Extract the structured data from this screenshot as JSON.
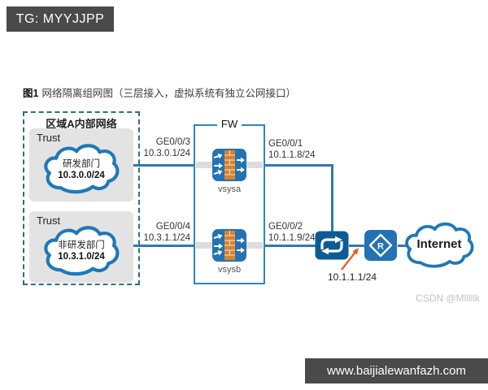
{
  "overlays": {
    "top_banner": "TG: MYYJJPP",
    "bottom_banner": "www.baijialewanfazh.com",
    "watermark": "CSDN @Mlllllk"
  },
  "figure": {
    "label": "图1",
    "caption": "网络隔离组网图（三层接入，虚拟系统有独立公网接口）"
  },
  "zone": {
    "label": "区域A内部网络",
    "subnets": [
      {
        "trust": "Trust",
        "name": "研发部门",
        "cidr": "10.3.0.0/24"
      },
      {
        "trust": "Trust",
        "name": "非研发部门",
        "cidr": "10.3.1.0/24"
      }
    ]
  },
  "firewall": {
    "label": "FW",
    "vsys": [
      "vsysa",
      "vsysb"
    ],
    "interfaces_inside": [
      {
        "port": "GE0/0/3",
        "ip": "10.3.0.1/24"
      },
      {
        "port": "GE0/0/4",
        "ip": "10.3.1.1/24"
      }
    ],
    "interfaces_outside": [
      {
        "port": "GE0/0/1",
        "ip": "10.1.1.8/24"
      },
      {
        "port": "GE0/0/2",
        "ip": "10.1.1.9/24"
      }
    ]
  },
  "wan": {
    "uplink_ip": "10.1.1.1/24",
    "internet": "Internet"
  },
  "colors": {
    "line_blue": "#2e78b5",
    "node_blue": "#2272b4",
    "switch_blue": "#0e5a94",
    "brick_orange": "#d9822f",
    "arrow_orange": "#e8601c",
    "banner_gray": "#4a4a4a",
    "zone_dash": "#2f6d86",
    "subnet_gray": "#e3e3e3"
  }
}
